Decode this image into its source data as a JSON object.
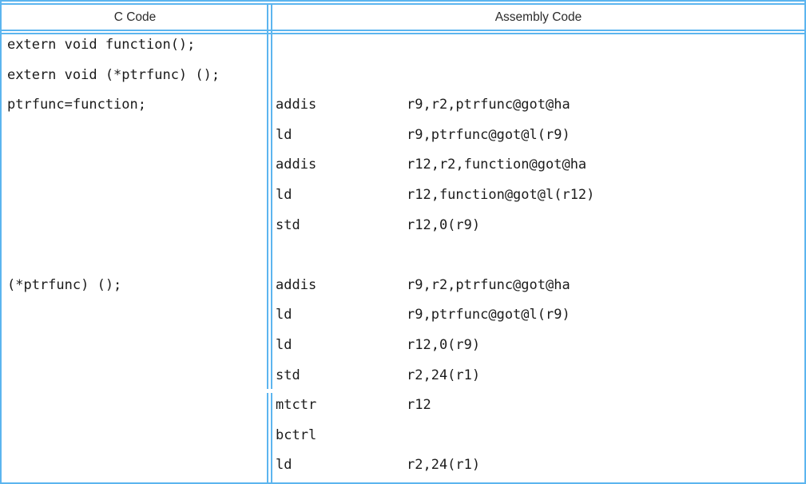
{
  "table": {
    "border_color": "#5cb5ef",
    "text_color": "#1b1b1b",
    "header": {
      "left": "C Code",
      "right": "Assembly Code"
    },
    "c_code": {
      "lines": [
        {
          "text": "extern void function();",
          "row": 0
        },
        {
          "text": "extern void (*ptrfunc) ();",
          "row": 1
        },
        {
          "text": "ptrfunc=function;",
          "row": 2
        },
        {
          "text": "(*ptrfunc) ();",
          "row": 8
        }
      ]
    },
    "assembly": {
      "lines": [
        {
          "mnemonic": "addis",
          "operands": "r9,r2,ptrfunc@got@ha",
          "row": 2
        },
        {
          "mnemonic": "ld",
          "operands": "r9,ptrfunc@got@l(r9)",
          "row": 3
        },
        {
          "mnemonic": "addis",
          "operands": "r12,r2,function@got@ha",
          "row": 4
        },
        {
          "mnemonic": "ld",
          "operands": "r12,function@got@l(r12)",
          "row": 5
        },
        {
          "mnemonic": "std",
          "operands": "r12,0(r9)",
          "row": 6
        },
        {
          "mnemonic": "addis",
          "operands": "r9,r2,ptrfunc@got@ha",
          "row": 8
        },
        {
          "mnemonic": "ld",
          "operands": "r9,ptrfunc@got@l(r9)",
          "row": 9
        },
        {
          "mnemonic": "ld",
          "operands": "r12,0(r9)",
          "row": 10
        },
        {
          "mnemonic": "std",
          "operands": "r2,24(r1)",
          "row": 11
        },
        {
          "mnemonic": "mtctr",
          "operands": "r12",
          "row": 12
        },
        {
          "mnemonic": "bctrl",
          "operands": "",
          "row": 13
        },
        {
          "mnemonic": "ld",
          "operands": "r2,24(r1)",
          "row": 14
        }
      ]
    }
  }
}
